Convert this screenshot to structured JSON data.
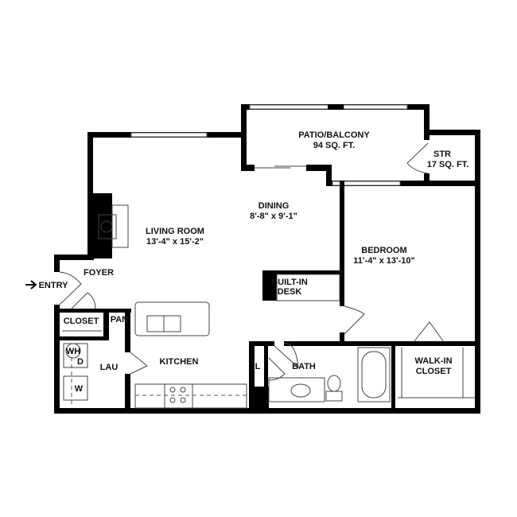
{
  "rooms": {
    "patio": {
      "name": "PATIO/BALCONY",
      "size": "94 SQ. FT."
    },
    "storage": {
      "name": "STR",
      "size": "17 SQ. FT."
    },
    "dining": {
      "name": "DINING",
      "size": "8'-8\" x 9'-1\""
    },
    "living": {
      "name": "LIVING ROOM",
      "size": "13'-4\" x 15'-2\""
    },
    "bedroom": {
      "name": "BEDROOM",
      "size": "11'-4\" x 13'-10\""
    },
    "foyer": {
      "name": "FOYER"
    },
    "entry": {
      "name": "ENTRY"
    },
    "desk": {
      "line1": "BUILT-IN",
      "line2": "DESK"
    },
    "closet": {
      "name": "CLOSET"
    },
    "pantry": {
      "name": "PAN"
    },
    "laundry": {
      "name": "LAU"
    },
    "water_heater": {
      "name": "WH"
    },
    "dryer": {
      "name": "D"
    },
    "washer": {
      "name": "W"
    },
    "kitchen": {
      "name": "KITCHEN"
    },
    "linen": {
      "name": "L"
    },
    "bath": {
      "name": "BATH"
    },
    "walkin": {
      "line1": "WALK-IN",
      "line2": "CLOSET"
    }
  },
  "icons": {
    "entry_arrow": "arrow-right-icon"
  }
}
